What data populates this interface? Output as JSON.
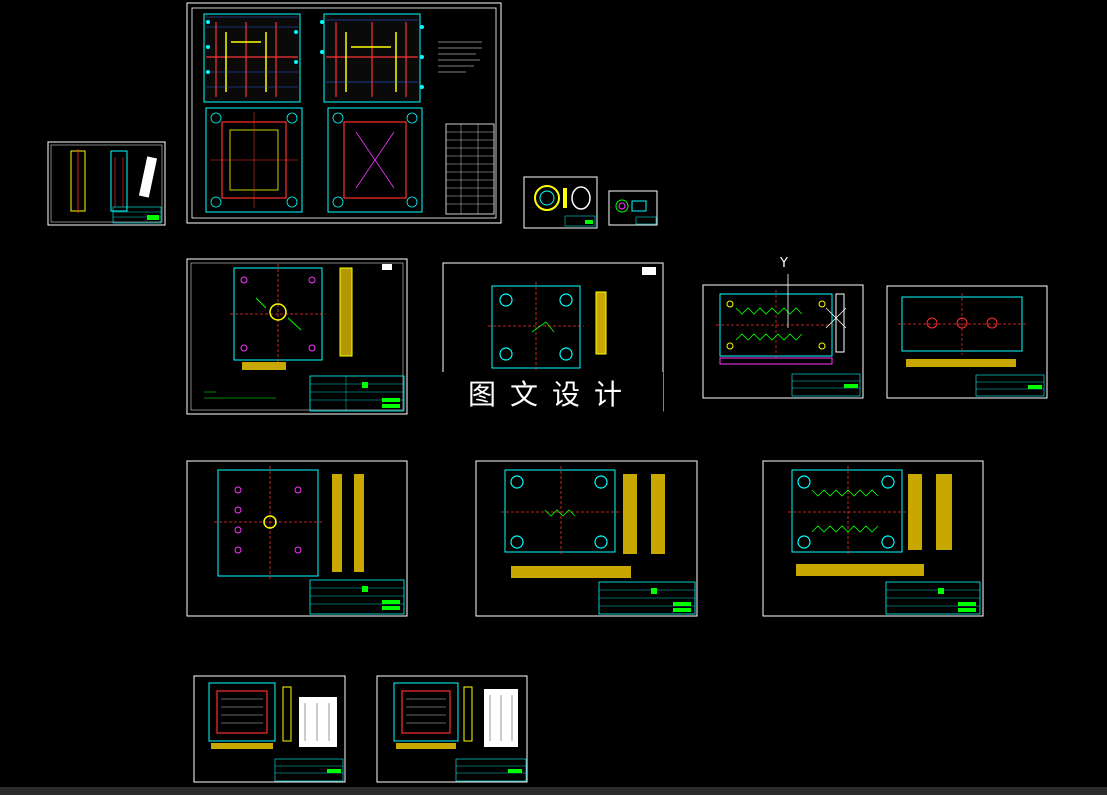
{
  "viewport": {
    "background": "#000000",
    "watermark_text": "图文设计",
    "ucs_axis_label": "Y"
  },
  "colors": {
    "frame": "#ffffff",
    "cyan": "#00ffff",
    "red": "#ff3030",
    "yellow": "#ffff00",
    "green": "#00ff00",
    "magenta": "#ff33ff",
    "blue": "#3070ff"
  },
  "sheets": [
    {
      "name": "assembly-drawing"
    },
    {
      "name": "part-drawing-small-left"
    },
    {
      "name": "part-drawing-ring"
    },
    {
      "name": "part-drawing-small-right"
    },
    {
      "name": "plate-drawing-1"
    },
    {
      "name": "plate-drawing-2"
    },
    {
      "name": "plate-drawing-3"
    },
    {
      "name": "plate-drawing-4"
    },
    {
      "name": "plate-drawing-5"
    },
    {
      "name": "plate-drawing-6"
    },
    {
      "name": "plate-drawing-7"
    },
    {
      "name": "plate-drawing-8"
    },
    {
      "name": "plate-drawing-9"
    }
  ]
}
